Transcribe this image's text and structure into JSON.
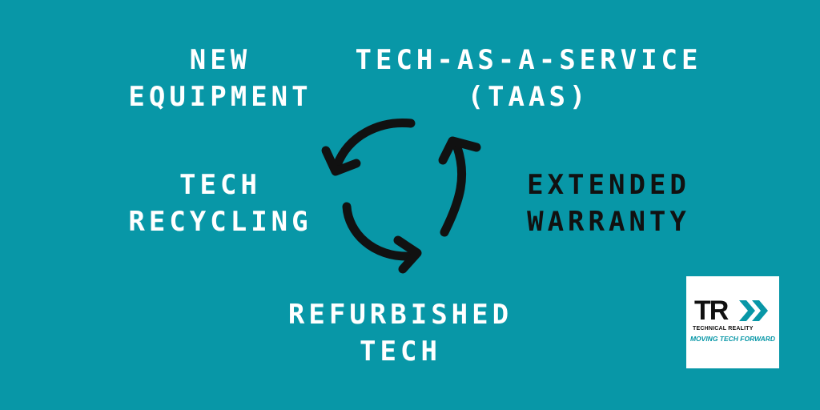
{
  "labels": {
    "new_equipment": [
      "NEW",
      "EQUIPMENT"
    ],
    "taas": [
      "TECH-AS-A-SERVICE",
      "(TAAS)"
    ],
    "tech_recycling": [
      "TECH",
      "RECYCLING"
    ],
    "extended_warranty": [
      "EXTENDED",
      "WARRANTY"
    ],
    "refurbished_tech": [
      "REFURBISHED",
      "TECH"
    ]
  },
  "logo": {
    "mark": "TR",
    "name": "TECHNICAL REALITY",
    "tagline": "MOVING TECH FORWARD"
  },
  "colors": {
    "background": "#0897a7",
    "text_light": "#ffffff",
    "text_dark": "#111111",
    "arrows": "#111111",
    "logo_accent": "#0897a7"
  },
  "icons": {
    "cycle": "circular-arrows-icon",
    "logo_chevrons": "double-chevron-right-icon"
  }
}
